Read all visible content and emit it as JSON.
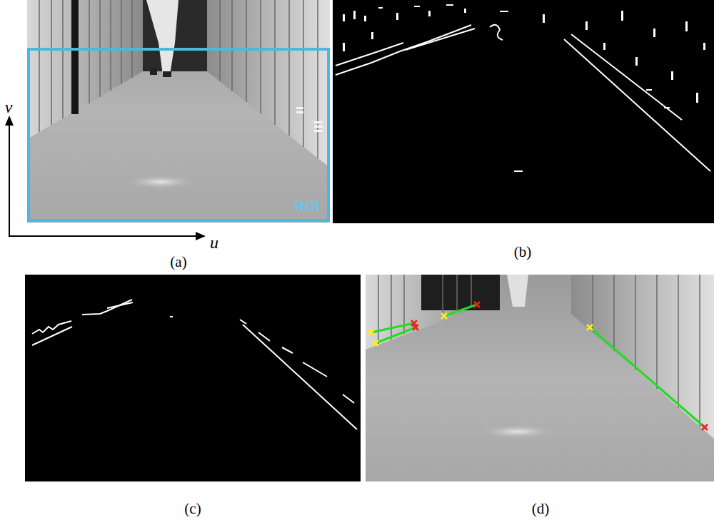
{
  "diagram": {
    "nodes": [
      {
        "text": [
          "ROI"
        ]
      }
    ],
    "labels": [
      "v",
      "u",
      "(a)",
      "(b)",
      "(c)",
      "(d)"
    ]
  }
}
